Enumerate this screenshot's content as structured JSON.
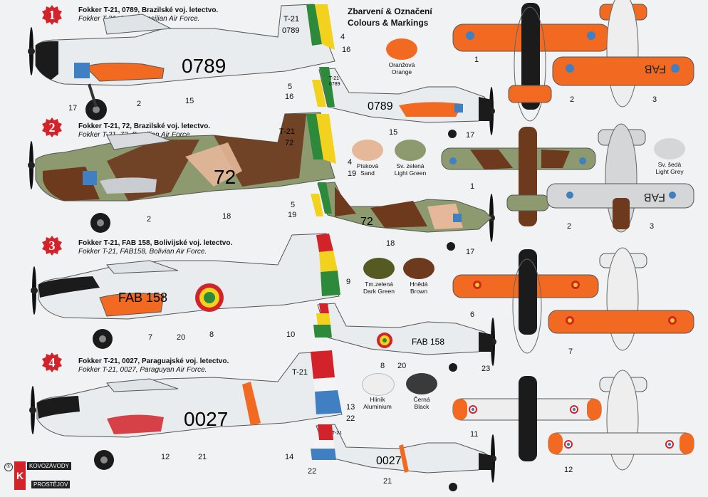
{
  "header": {
    "title_cz": "Zbarvení & Označení",
    "title_en": "Colours & Markings"
  },
  "variants": [
    {
      "number": "1",
      "title_cz": "Fokker T-21, 0789, Brazilské voj. letectvo.",
      "title_en": "Fokker T-21, 0789, Brasilian Air Force.",
      "serial": "0789",
      "tail_code": "T-21",
      "tail_serial": "0789"
    },
    {
      "number": "2",
      "title_cz": "Fokker T-21, 72, Brazilské voj. letectvo.",
      "title_en": "Fokker T-21, 72, Brasilian Air Force.",
      "serial": "72",
      "tail_code": "T-21",
      "tail_serial": "72"
    },
    {
      "number": "3",
      "title_cz": "Fokker T-21, FAB 158, Bolivijské voj. letectvo.",
      "title_en": "Fokker T-21, FAB158, Bolivian Air Force.",
      "serial": "FAB 158"
    },
    {
      "number": "4",
      "title_cz": "Fokker T-21, 0027, Paraguajské voj. letectvo.",
      "title_en": "Fokker T-21, 0027, Paraguyan Air Force.",
      "serial": "0027",
      "tail_code": "T-21"
    }
  ],
  "wing_marking": "FAB",
  "swatches": [
    {
      "cz": "Oranžová",
      "en": "Orange",
      "color": "#f26a21"
    },
    {
      "cz": "Písková",
      "en": "Sand",
      "color": "#e6b89a"
    },
    {
      "cz": "Sv. zelená",
      "en": "Light Green",
      "color": "#8d9a70"
    },
    {
      "cz": "Sv. šedá",
      "en": "Light Grey",
      "color": "#d4d6d8"
    },
    {
      "cz": "Tm.zelená",
      "en": "Dark Green",
      "color": "#555a22"
    },
    {
      "cz": "Hnědá",
      "en": "Brown",
      "color": "#6e3a1e"
    },
    {
      "cz": "Hliník",
      "en": "Aluminium",
      "color": "#eeeeee"
    },
    {
      "cz": "Černá",
      "en": "Black",
      "color": "#3a3a3a"
    }
  ],
  "callouts": [
    "1",
    "2",
    "3",
    "4",
    "5",
    "6",
    "7",
    "8",
    "9",
    "10",
    "11",
    "12",
    "13",
    "14",
    "15",
    "16",
    "17",
    "18",
    "19",
    "20",
    "21",
    "22",
    "23"
  ],
  "logo": {
    "line1": "KOVOZÁVODY",
    "line2": "PROSTĚJOV",
    "mark": "K"
  }
}
